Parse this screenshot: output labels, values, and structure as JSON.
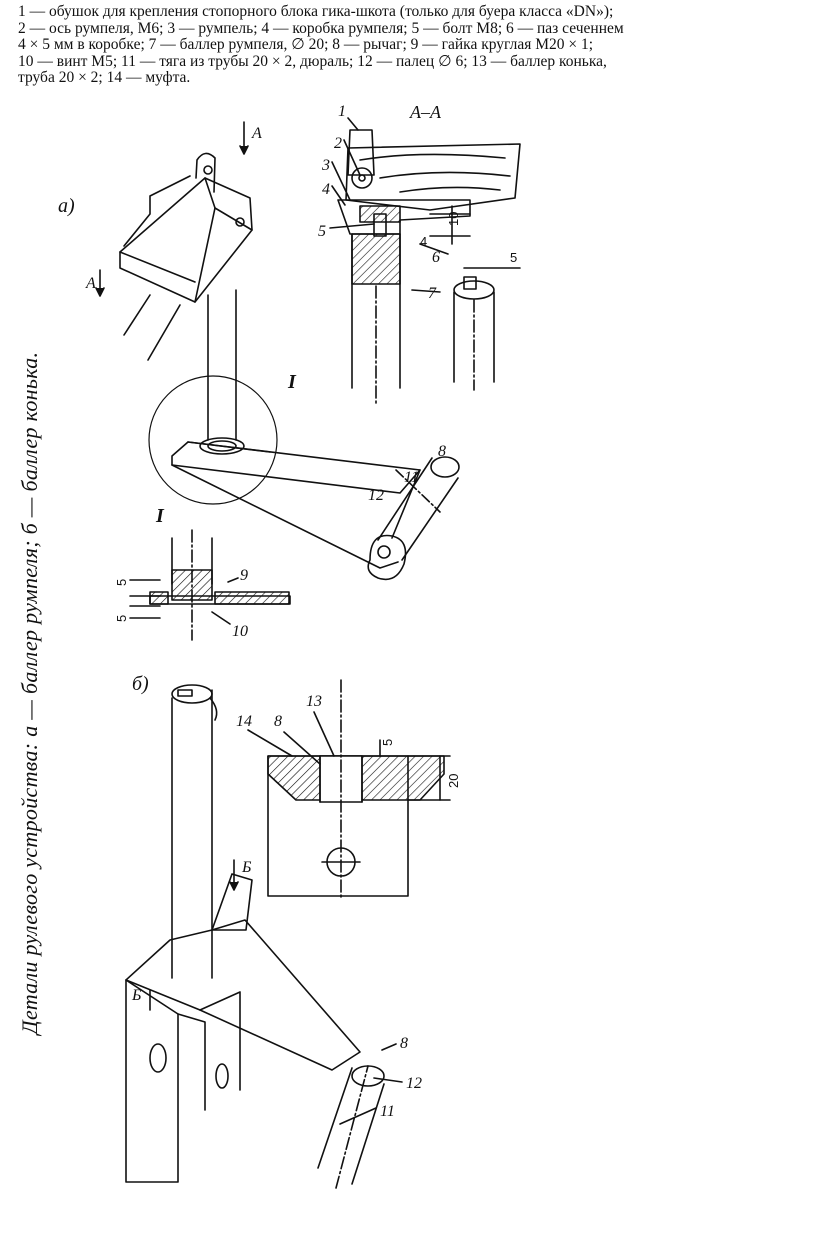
{
  "legend": {
    "lines": [
      "1 — обушок для крепления стопорного блока гика-шкота (только для буера класса «DN»);",
      "2 — ось румпеля, M6; 3 — румпель; 4 — коробка румпеля; 5 — болт M8; 6 — паз сеченнем",
      "4 × 5 мм в коробке; 7 — баллер румпеля, ∅ 20; 8 — рычаг; 9 — гайка круглая M20 × 1;",
      "10 — винт M5; 11 — тяга из трубы 20 × 2, дюраль; 12 — палец ∅ 6; 13 — баллер конька,",
      "труба 20 × 2; 14 — муфта."
    ]
  },
  "caption": "Детали рулевого устройства: а — баллер румпеля; б — баллер конька.",
  "figure_a": {
    "label": "а)",
    "section_label": "А–А",
    "section_mark": "А",
    "detail_mark": "I",
    "callouts": [
      "1",
      "2",
      "3",
      "4",
      "5",
      "6",
      "7",
      "8",
      "11",
      "12"
    ],
    "dims": [
      "10",
      "4",
      "5"
    ],
    "detail_callouts": [
      "9",
      "10"
    ],
    "detail_dims": [
      "5",
      "5"
    ]
  },
  "figure_b": {
    "label": "б)",
    "section_mark": "Б",
    "callouts": [
      "14",
      "8",
      "13",
      "8",
      "12",
      "11"
    ],
    "dims": [
      "5",
      "20"
    ]
  }
}
